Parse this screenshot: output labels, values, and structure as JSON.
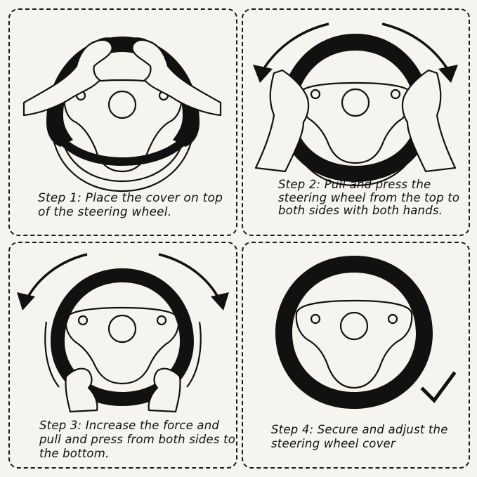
{
  "steps": [
    {
      "caption": "Step 1: Place the cover on top of the steering wheel.",
      "illustration_icon": "steering-wheel-cover-top-icon"
    },
    {
      "caption": "Step 2: Pull and press the steering wheel from the top to both sides with both hands.",
      "illustration_icon": "steering-wheel-pull-sides-icon"
    },
    {
      "caption": "Step 3: Increase the force and pull and press from both sides to the bottom.",
      "illustration_icon": "steering-wheel-pull-bottom-icon"
    },
    {
      "caption": "Step 4: Secure and adjust the steering wheel cover",
      "illustration_icon": "steering-wheel-complete-icon"
    }
  ],
  "colors": {
    "ink": "#111111",
    "background": "#f5f4ef",
    "border": "#1a1a1a"
  }
}
